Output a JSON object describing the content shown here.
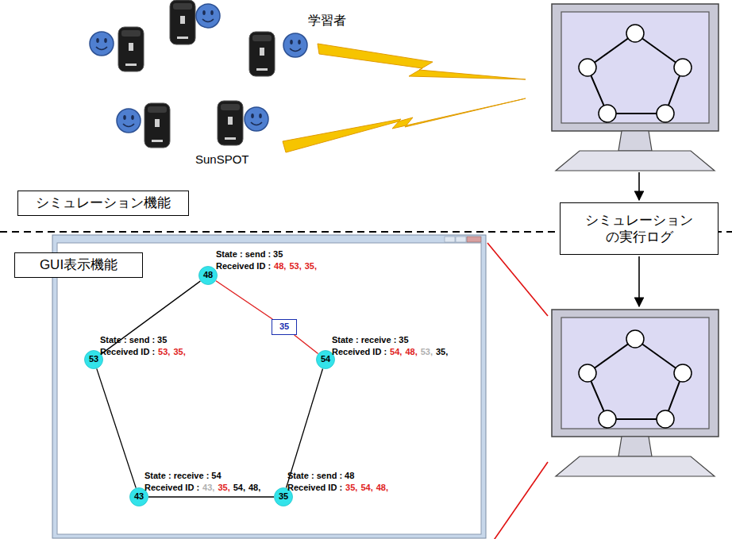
{
  "diagram": {
    "nodes": [
      {
        "text": [
          "シミュレーション機能"
        ]
      },
      {
        "text": [
          "シミュレーション の実行ログ"
        ]
      },
      {
        "text": [
          "GUI表示機能"
        ]
      },
      {
        "text": [
          "48"
        ]
      },
      {
        "text": [
          "35"
        ]
      },
      {
        "text": [
          "53"
        ]
      },
      {
        "text": [
          "54"
        ]
      },
      {
        "text": [
          "43"
        ]
      },
      {
        "text": [
          "35"
        ]
      }
    ],
    "edges": [
      {
        "from": 3,
        "to": 5,
        "arrow": "none"
      },
      {
        "from": 3,
        "to": 4,
        "arrow": "none"
      },
      {
        "from": 4,
        "to": 6,
        "arrow": "none"
      },
      {
        "from": 5,
        "to": 7,
        "arrow": "none"
      },
      {
        "from": 6,
        "to": 8,
        "arrow": "none"
      },
      {
        "from": 7,
        "to": 8,
        "arrow": "none"
      }
    ],
    "labels": [
      "学習者",
      "SunSPOT",
      "State : send : 35",
      "Received ID :",
      "48,",
      "53,",
      "35,",
      "State : send : 35",
      "Received ID :",
      "53,",
      "35,",
      "State : receive : 35",
      "Received ID :",
      "54,",
      "48,",
      "53,",
      "35,",
      "State : receive : 54",
      "Received ID :",
      "43,",
      "35,",
      "54,",
      "48,",
      "State : send : 48",
      "Received ID :",
      "35,",
      "54,",
      "48,"
    ]
  }
}
